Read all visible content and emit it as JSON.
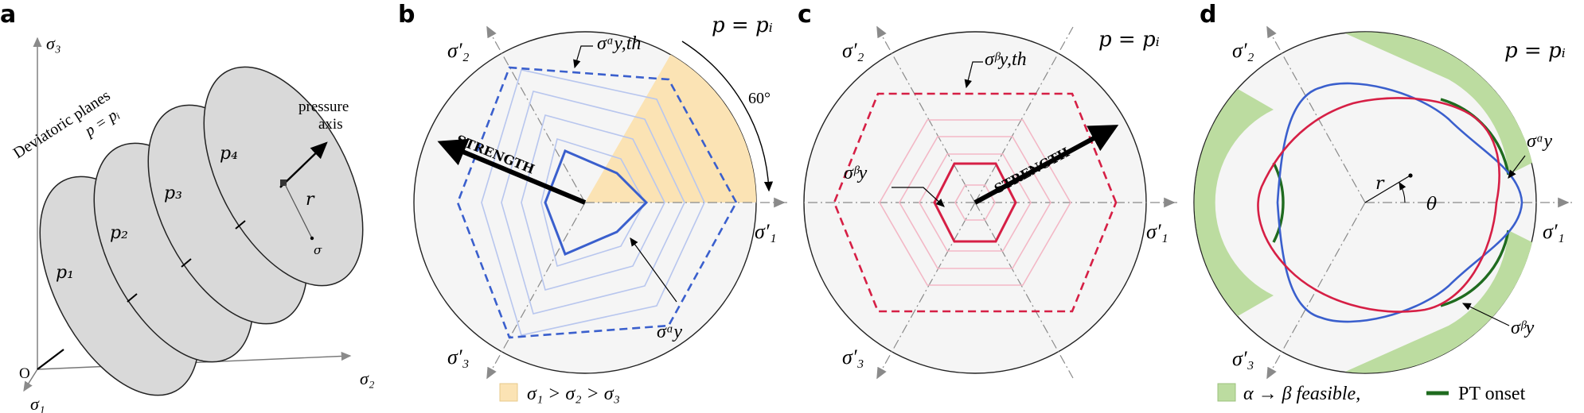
{
  "panels": {
    "a": {
      "letter": "a",
      "sigma3": "σ₃",
      "sigma2": "σ₂",
      "sigma1": "σ₁",
      "origin": "O",
      "title_line1": "Deviatoric planes",
      "title_line2": "p = pᵢ",
      "pressure_axis_line1": "pressure",
      "pressure_axis_line2": "axis",
      "r": "r",
      "sigma": "σ",
      "plane_labels": [
        "p₁",
        "p₂",
        "p₃",
        "p₄"
      ]
    },
    "b": {
      "letter": "b",
      "pressure": "p = pᵢ",
      "angle": "60°",
      "s1": "σ′₁",
      "s2": "σ′₂",
      "s3": "σ′₃",
      "threshold": "σᵅy,th",
      "yield": "σᵅy",
      "strength": "STRENGTH",
      "legend": "σ₁ > σ₂ > σ₃"
    },
    "c": {
      "letter": "c",
      "pressure": "p = pᵢ",
      "s1": "σ′₁",
      "s2": "σ′₂",
      "s3": "σ′₃",
      "threshold": "σᵝy,th",
      "yield": "σᵝy",
      "strength": "STRENGTH"
    },
    "d": {
      "letter": "d",
      "pressure": "p = pᵢ",
      "s1": "σ′₁",
      "s2": "σ′₂",
      "s3": "σ′₃",
      "yield_alpha": "σᵅy",
      "yield_beta": "σᵝy",
      "r": "r",
      "theta": "θ",
      "legend_feasible": "α → β feasible,",
      "legend_onset": "PT onset"
    }
  },
  "colors": {
    "alpha_blue": "#3a5fcd",
    "beta_red": "#d61f45",
    "region_orange": "#fbe3b4",
    "region_green": "#bcdca0",
    "onset_green": "#1f6b1f",
    "plane_gray": "#d9d9d9"
  }
}
